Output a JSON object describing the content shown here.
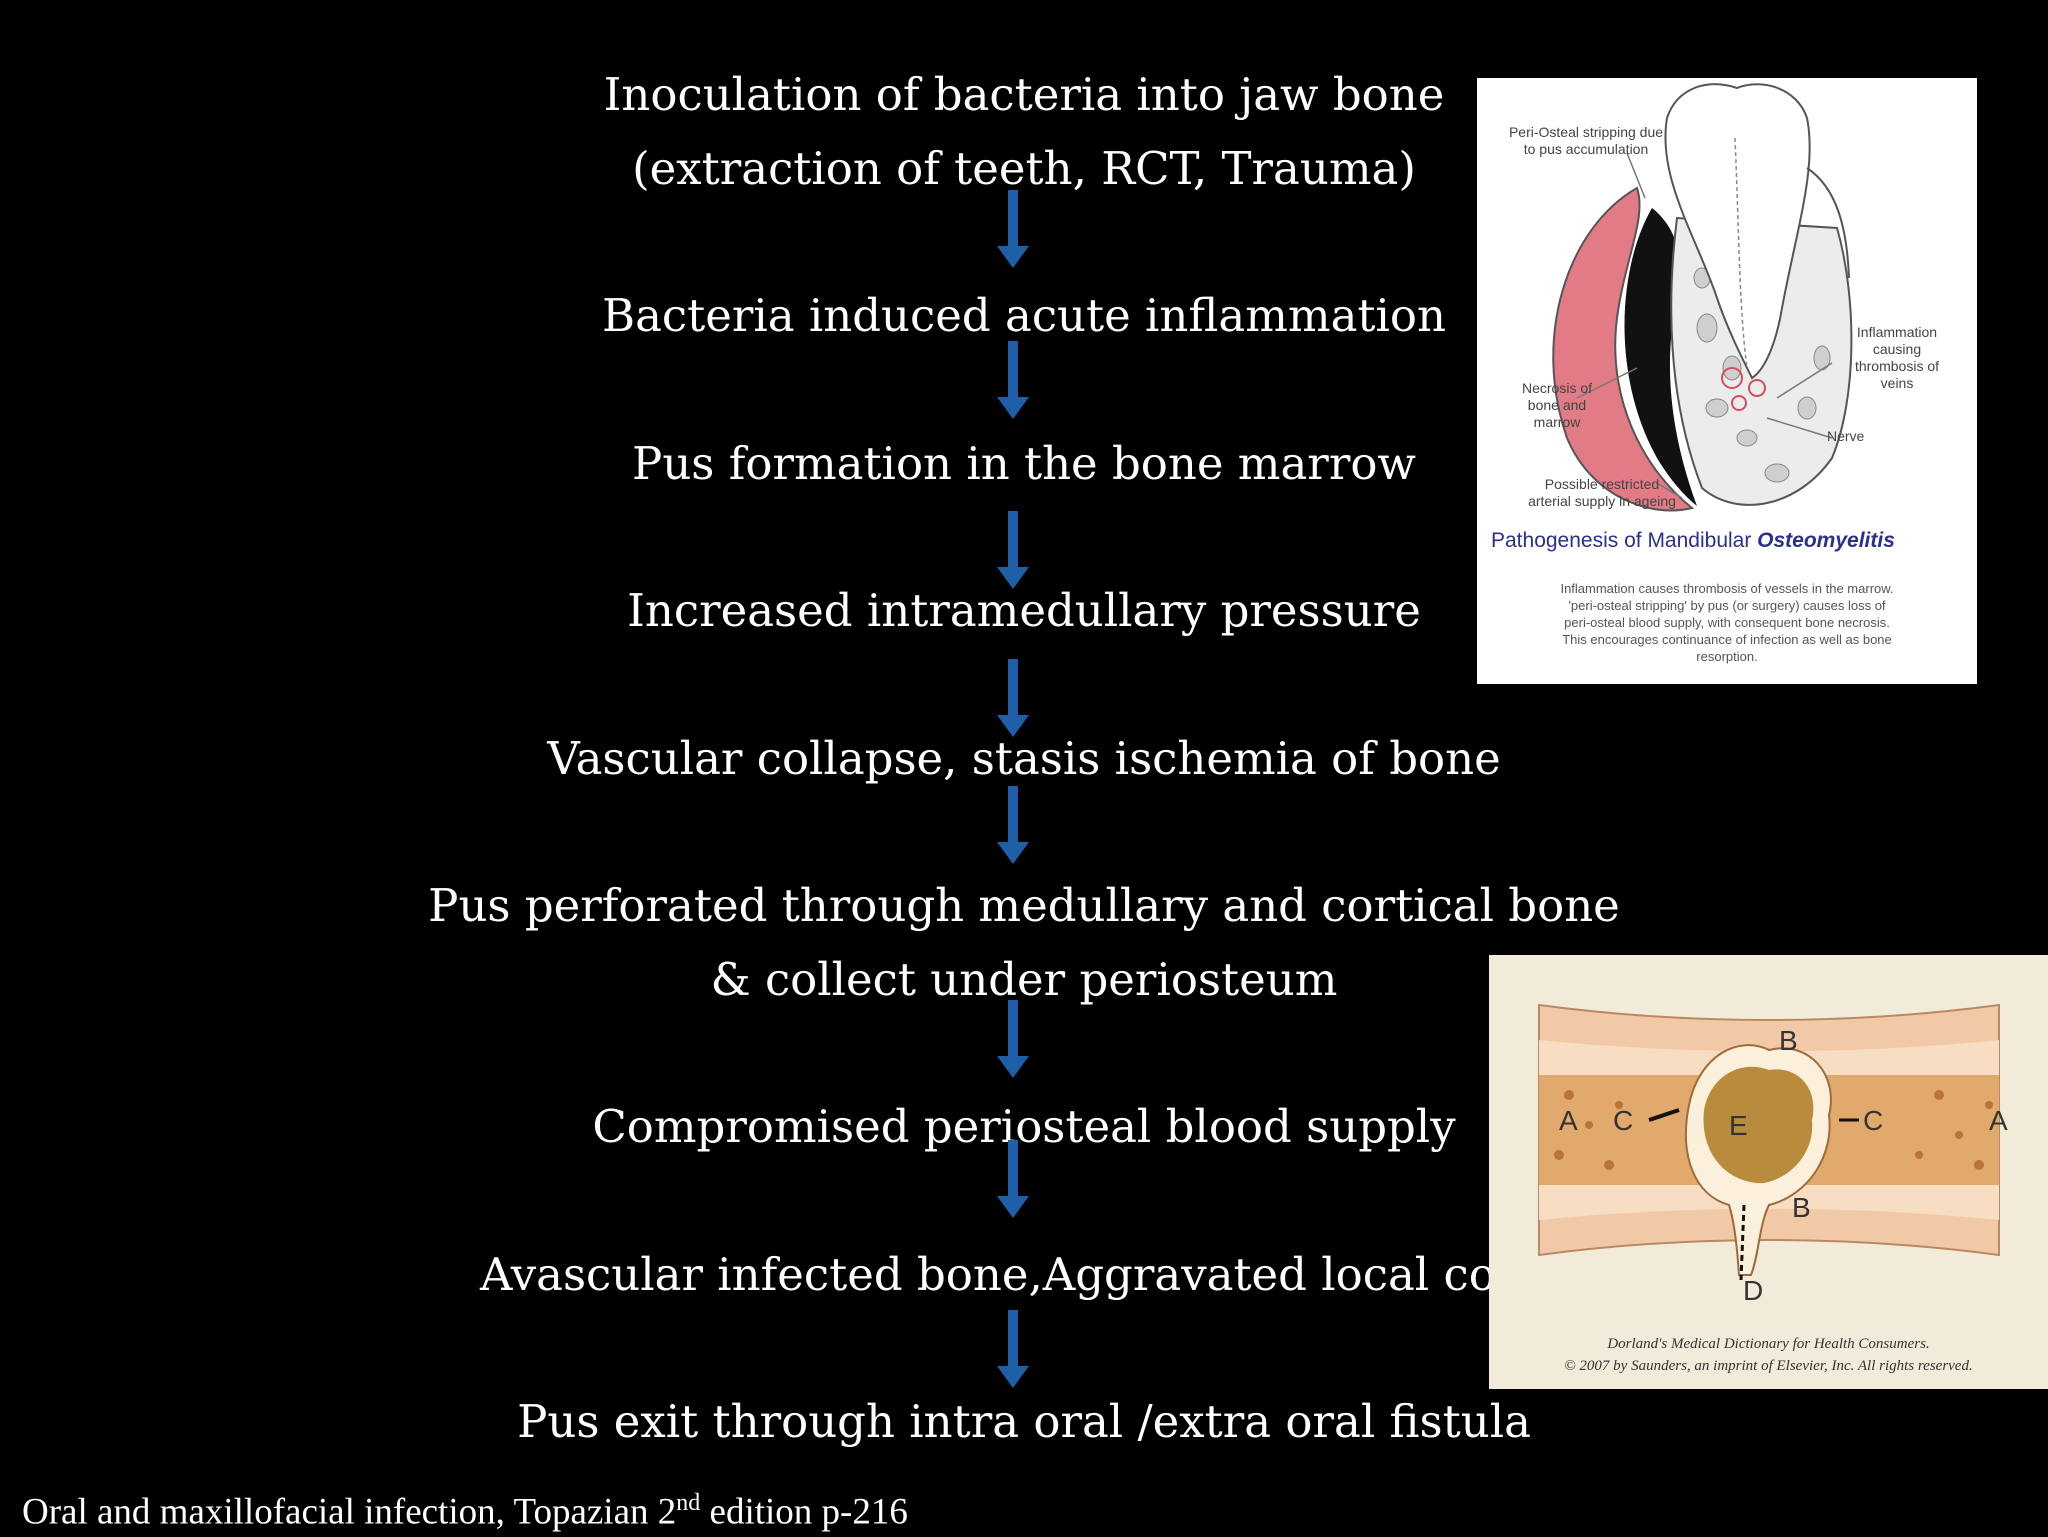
{
  "steps": [
    {
      "line1": "Inoculation of bacteria into jaw bone",
      "line2": "(extraction of teeth, RCT, Trauma)"
    },
    {
      "line1": "Bacteria induced acute  inflammation"
    },
    {
      "line1": "Pus formation in the bone marrow"
    },
    {
      "line1": "Increased intramedullary pressure"
    },
    {
      "line1": "Vascular collapse, stasis ischemia of bone"
    },
    {
      "line1": "Pus perforated through medullary and cortical bone",
      "line2": "& collect under periosteum"
    },
    {
      "line1": "Compromised periosteal blood supply"
    },
    {
      "line1": "Avascular infected bone,Aggravated local condi"
    },
    {
      "line1": "Pus exit through intra oral /extra oral fistula"
    }
  ],
  "footer": {
    "text": "Oral and maxillofacial infection, Topazian 2",
    "sup": "nd",
    "after": " edition p-216"
  },
  "figure1": {
    "label_stripping": [
      "Peri-Osteal stripping due",
      "to pus accumulation"
    ],
    "label_inflammation": [
      "Inflammation",
      "causing",
      "thrombosis of",
      "veins"
    ],
    "label_necrosis": [
      "Necrosis of",
      "bone and",
      "marrow"
    ],
    "label_nerve": "Nerve",
    "label_arterial": [
      "Possible restricted",
      "arterial supply in ageing"
    ],
    "title_a": "Pathogenesis of Mandibular ",
    "title_b": "Osteomyelitis",
    "caption": [
      "Inflammation causes thrombosis of vessels in the marrow.",
      "'peri-osteal stripping' by pus (or surgery) causes loss of",
      "peri-osteal blood supply, with consequent bone necrosis.",
      "This encourages continuance of infection as well as bone",
      "resorption."
    ]
  },
  "figure2": {
    "labels": {
      "A": "A",
      "B": "B",
      "C": "C",
      "D": "D",
      "E": "E"
    },
    "credit1": "Dorland's Medical Dictionary for Health Consumers.",
    "credit2": "© 2007 by Saunders, an imprint of Elsevier, Inc. All rights reserved."
  },
  "colors": {
    "background": "#000000",
    "text": "#ffffff",
    "arrow": "#1f5fa8",
    "title_blue": "#2b2f8f"
  }
}
